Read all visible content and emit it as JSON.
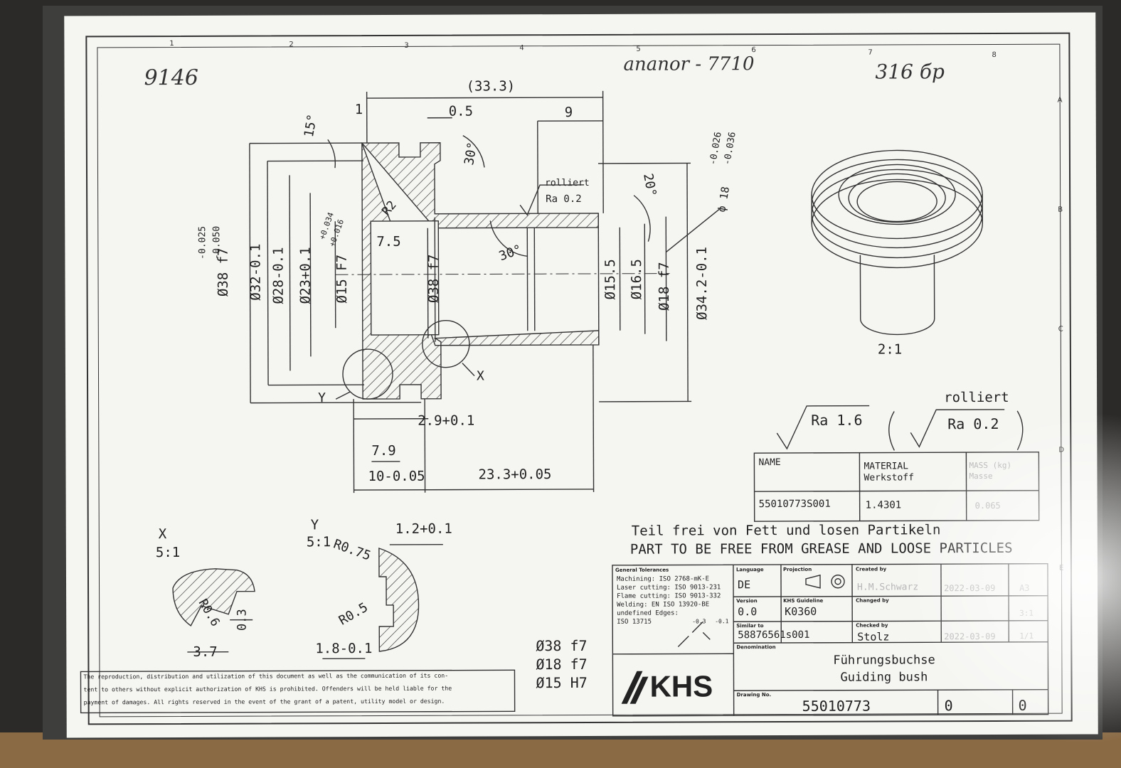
{
  "handwritten": {
    "number_left": "9146",
    "top_note": "ananor - 7710",
    "top_right": "316 бр"
  },
  "zones": {
    "columns_top": [
      "1",
      "2",
      "3",
      "4",
      "5",
      "6",
      "7",
      "8"
    ],
    "rows_right": [
      "A",
      "B",
      "C",
      "D",
      "E"
    ]
  },
  "dimensions": {
    "overall_length": "(33.3)",
    "d1": "1",
    "d05": "0.5",
    "d9": "9",
    "angle15": "15°",
    "angle30a": "30°",
    "angle30b": "30°",
    "angle20": "20°",
    "r2": "R2",
    "d75": "7.5",
    "rolliert": "rolliert",
    "ra02": "Ra 0.2",
    "dia38_tol": "-0.025\n-0.050",
    "dia38_tol_upper": "-0.025",
    "dia38_tol_lower": "-0.050",
    "dia38_f7": "Ø38 f7",
    "dia32": "Ø32-0.1",
    "dia28": "Ø28-0.1",
    "dia23": "Ø23+0.1",
    "dia15_tol_upper": "+0.034",
    "dia15_tol_lower": "+0.016",
    "dia15": "Ø15 F7",
    "dia38_inner": "Ø38 f7",
    "dia155": "Ø15.5",
    "dia165": "Ø16.5",
    "dia18": "Ø18 f7",
    "dia342": "Ø34.2-0.1",
    "dia18_note": "ϕ 18 -0.026\n-0.036",
    "dia18_note_a": "ϕ 18",
    "dia18_note_b": "-0.026",
    "dia18_note_c": "-0.036",
    "d29": "2.9+0.1",
    "d79": "7.9",
    "d10": "10-0.05",
    "d233": "23.3+0.05",
    "label_x": "X",
    "label_y": "Y"
  },
  "iso_view": {
    "scale": "2:1"
  },
  "surface": {
    "rolliert": "rolliert",
    "ra16": "Ra 1.6",
    "ra02": "Ra 0.2"
  },
  "material_table": {
    "h_name": "NAME",
    "h_material": "MATERIAL\nWerkstoff",
    "h_material_1": "MATERIAL",
    "h_material_2": "Werkstoff",
    "h_mass_1": "MASS (kg)",
    "h_mass_2": "Masse",
    "name": "55010773S001",
    "material": "1.4301",
    "mass": "0.065"
  },
  "notes": {
    "de": "Teil frei von Fett und losen Partikeln",
    "en": "PART TO BE FREE FROM GREASE AND LOOSE PARTICLES"
  },
  "detail_x": {
    "label": "X",
    "scale": "5:1",
    "r06": "R0.6",
    "d03": "0.3",
    "d37": "3.7"
  },
  "detail_y": {
    "label": "Y",
    "scale": "5:1",
    "r075": "R0.75",
    "d12": "1.2+0.1",
    "r05": "R0.5",
    "d18": "1.8-0.1"
  },
  "fits": [
    "Ø38 f7",
    "Ø18 f7",
    "Ø15 H7"
  ],
  "copyright": [
    "The reproduction, distribution and utilization of this document as well as the communication of its con-",
    "tent to others without explicit authorization of KHS is prohibited. Offenders will be held liable for the",
    "payment of damages. All rights reserved in the event of the grant of a patent, utility model or design."
  ],
  "title_block": {
    "general_tolerances_label": "General Tolerances",
    "tolerances": [
      "Machining: ISO 2768-mK-E",
      "Laser cutting: ISO 9013-231",
      "Flame cutting: ISO 9013-332",
      "Welding: EN ISO 13920-BE",
      "undefined Edges:",
      "ISO 13715"
    ],
    "edge_values": [
      "-0.3",
      "-0.1"
    ],
    "language_label": "Language",
    "language": "DE",
    "projection_label": "Projection",
    "version_label": "Version",
    "version": "0.0",
    "guideline_label": "KHS Guideline",
    "guideline": "K0360",
    "similar_label": "Similar to",
    "similar": "58876561s001",
    "created_label": "Created by",
    "created": "H.M.Schwarz",
    "created_date": "2022-03-09",
    "format": "A3",
    "changed_label": "Changed by",
    "checked_label": "Checked by",
    "checked": "Stolz",
    "checked_date": "2022-03-09",
    "scale": "3:1",
    "sheet": "1/1",
    "denomination_label": "Denomination",
    "denomination_de": "Führungsbuchse",
    "denomination_en": "Guiding bush",
    "drawing_no_label": "Drawing No.",
    "drawing_no": "55010773",
    "ce_left": "0",
    "ce_right": "0",
    "logo": "KHS"
  }
}
